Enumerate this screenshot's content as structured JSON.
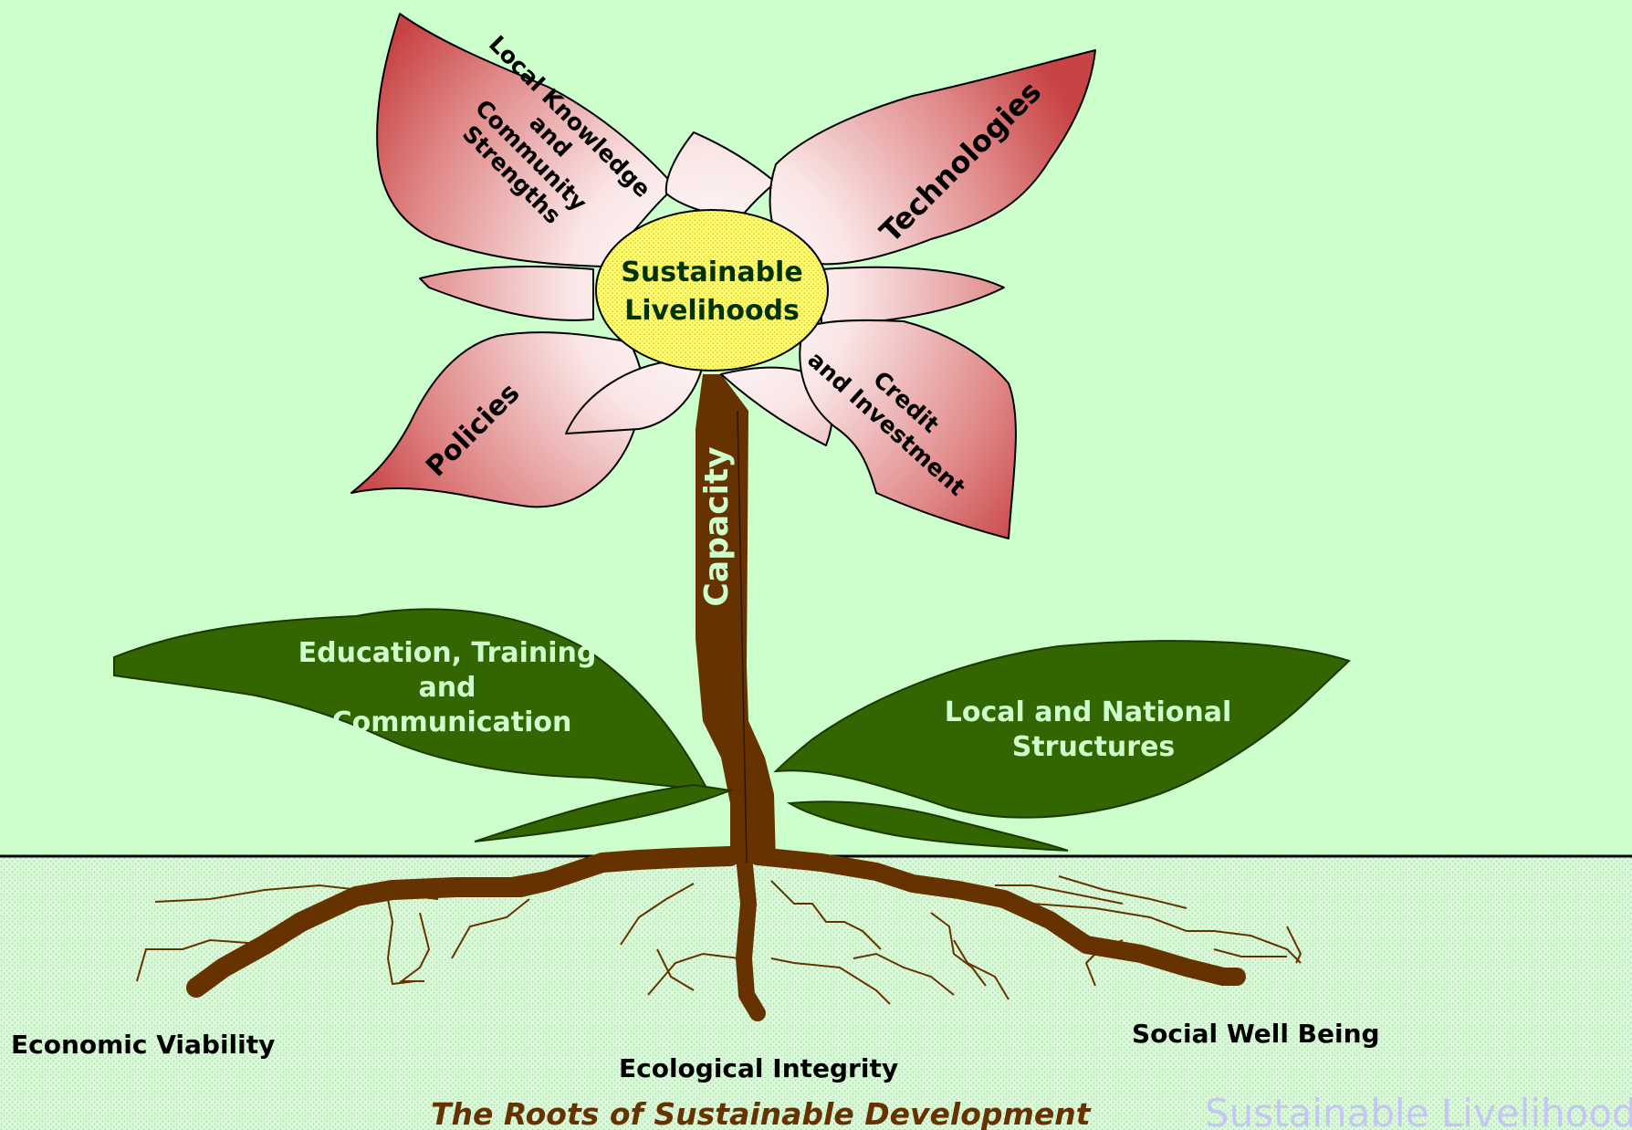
{
  "colors": {
    "sky": "#ccffcc",
    "ground": "#d6f7d6",
    "petal_dark": "#cc4b4b",
    "petal_light": "#fff5f5",
    "leaf": "#336600",
    "root": "#663300",
    "center_fill": "#ffff66",
    "center_text": "#003300",
    "leaf_text": "#ccffcc",
    "caption": "#663300",
    "watermark": "#c6c6f4"
  },
  "flower": {
    "center_line1": "Sustainable",
    "center_line2": "Livelihoods",
    "petal_local_line1": "Local Knowledge",
    "petal_local_line2": "and",
    "petal_local_line3": "Community",
    "petal_local_line4": "Strengths",
    "petal_technologies": "Technologies",
    "petal_policies": "Policies",
    "petal_credit_line1": "Credit",
    "petal_credit_line2": "and Investment"
  },
  "stem": {
    "label": "Capacity"
  },
  "leaves": {
    "left_line1": "Education, Training",
    "left_line2": "and",
    "left_line3": "Communication",
    "right_line1": "Local and National",
    "right_line2": "Structures"
  },
  "roots": {
    "economic": "Economic Viability",
    "ecological": "Ecological Integrity",
    "social": "Social Well Being"
  },
  "caption": "The Roots of Sustainable Development",
  "watermark": "Sustainable Livelihoods"
}
